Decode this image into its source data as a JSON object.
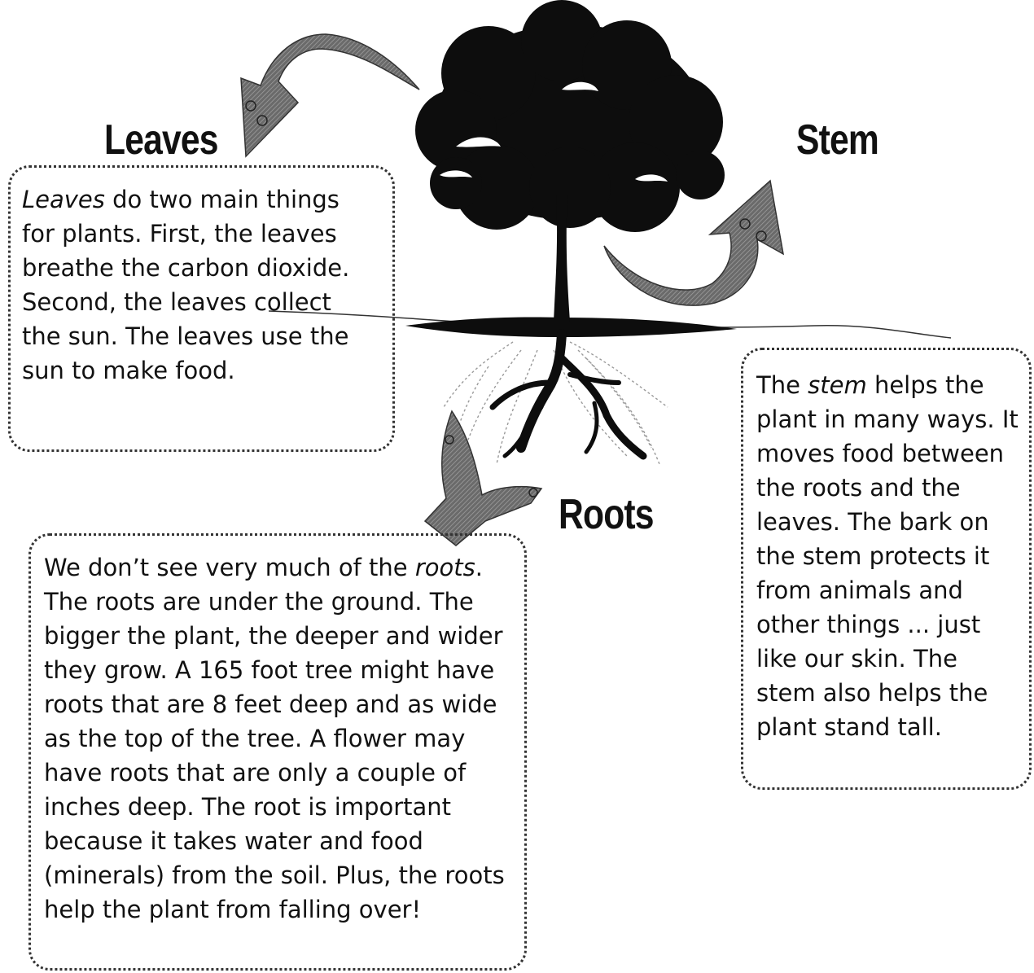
{
  "headings": {
    "leaves": "Leaves",
    "stem": "Stem",
    "roots": "Roots"
  },
  "leaves_box": {
    "em": "Leaves",
    "text": " do two main things for plants.  First, the leaves breathe the carbon dioxide.  Second, the leaves collect the sun.  The leaves use the sun to make food."
  },
  "stem_box": {
    "pre": "The ",
    "em": "stem",
    "text": " helps the plant in many ways.  It moves food between the roots and the leaves.  The bark on the stem protects it from animals and other things ... just like our skin.  The stem also helps the plant stand tall."
  },
  "roots_box": {
    "pre": "We don’t see very much of the ",
    "em": "roots",
    "text": ".  The roots are under the ground.  The bigger the plant, the deeper and wider they grow.  A 165 foot tree might have roots that are 8 feet deep and as wide as the top of the tree.  A flower may have roots that are only a couple of inches deep.  The root is important because it takes water and food (minerals) from the soil.  Plus, the roots help the plant from falling over!"
  },
  "colors": {
    "ink": "#111111",
    "tree": "#0d0d0d",
    "arrow_fill": "#6e6e6e",
    "arrow_hatch": "#9a9a9a",
    "box_border": "#333333",
    "root_lines": "#9a9a9a"
  }
}
